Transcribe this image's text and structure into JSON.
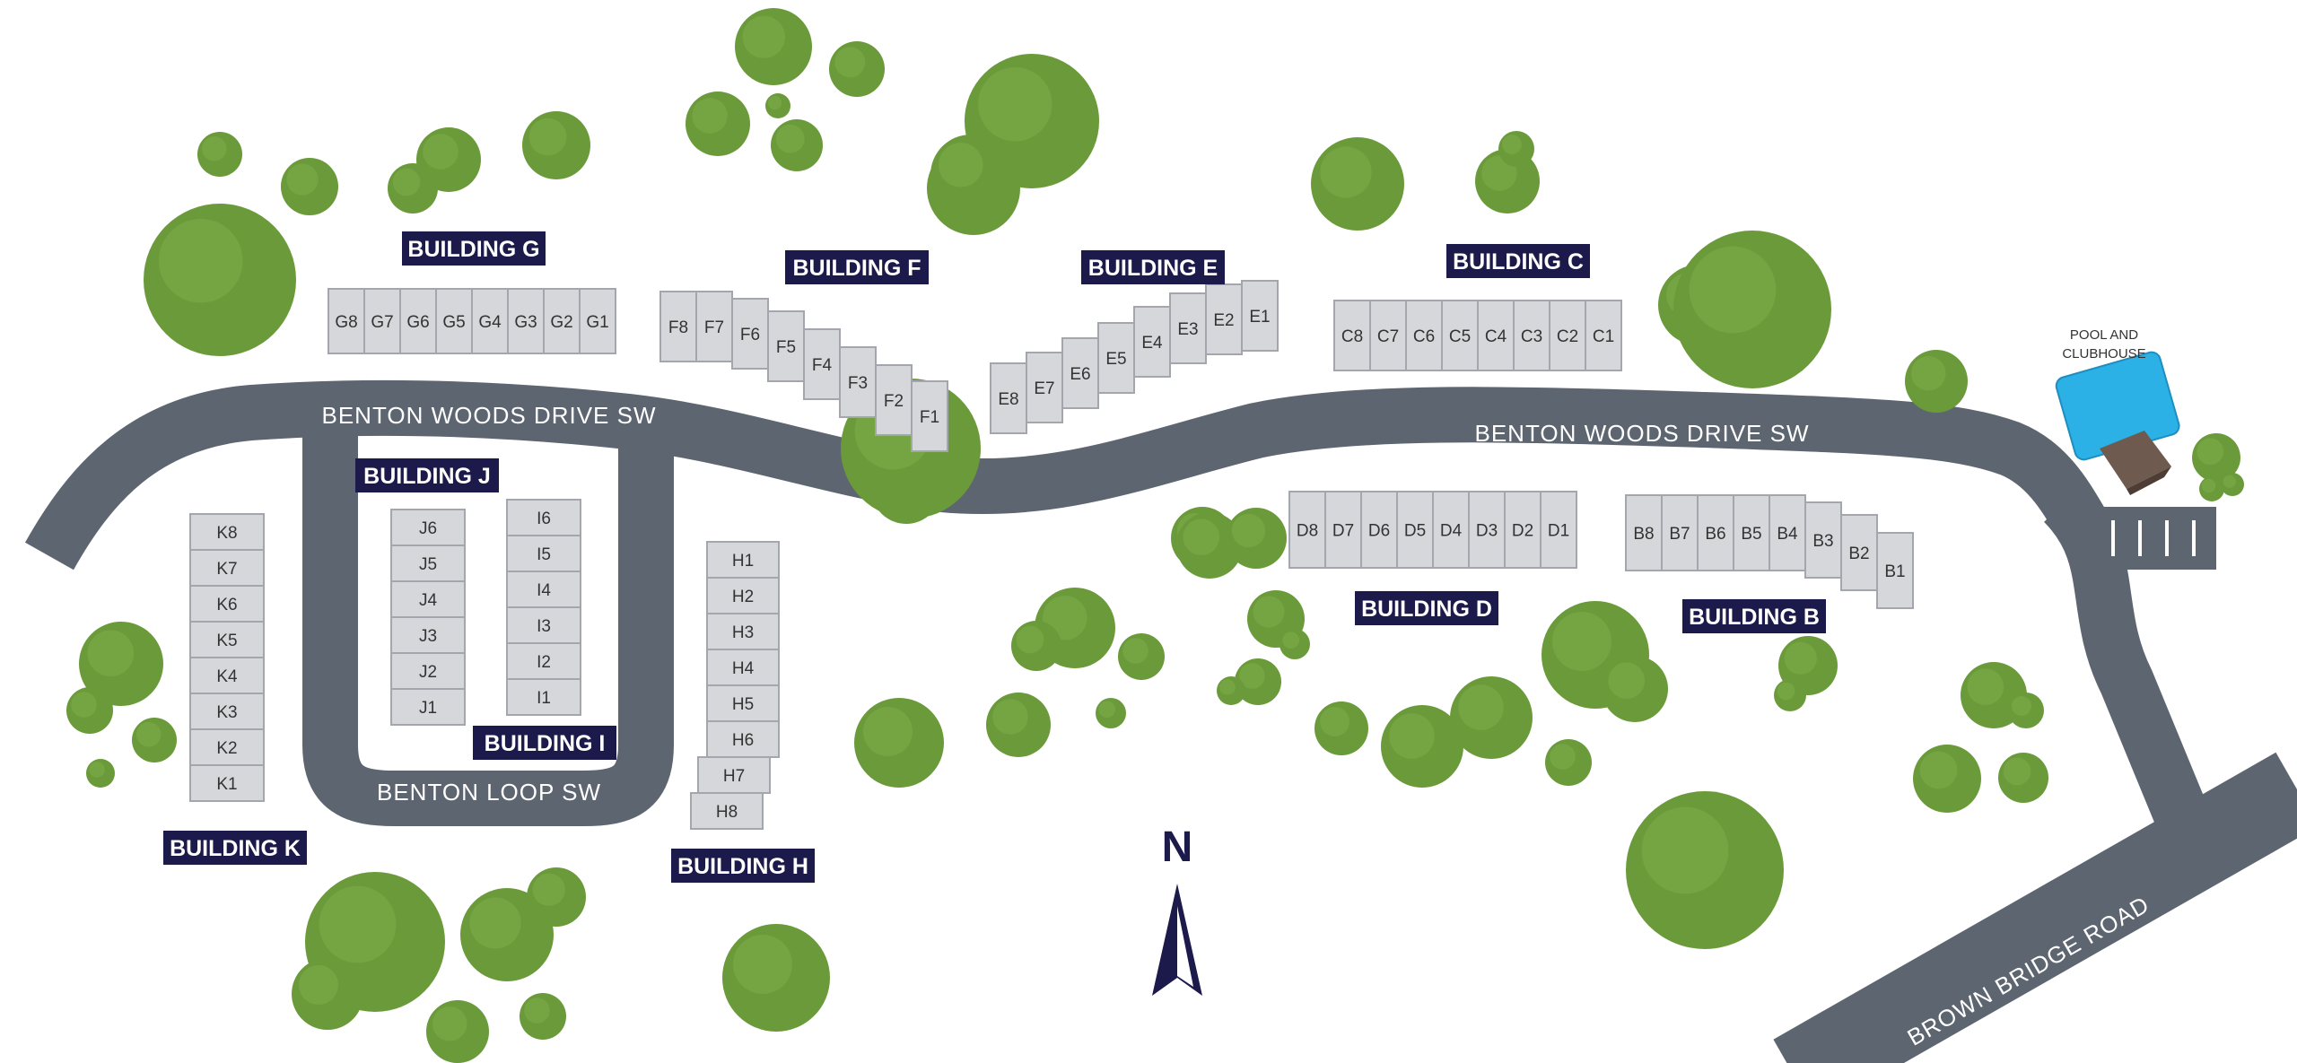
{
  "colors": {
    "road": "#5d6570",
    "tree": "#6a9a3a",
    "tree_highlight": "#7dac48",
    "building_label_bg": "#1c1a4a",
    "unit_fill": "#d6d7da",
    "pool": "#2bb1e6",
    "clubhouse_roof": "#6e5a4f"
  },
  "roads": {
    "benton_woods_1": "BENTON WOODS DRIVE SW",
    "benton_woods_2": "BENTON WOODS DRIVE SW",
    "benton_loop": "BENTON LOOP SW",
    "brown_bridge": "BROWN BRIDGE ROAD"
  },
  "amenity": {
    "line1": "POOL AND",
    "line2": "CLUBHOUSE"
  },
  "compass": {
    "letter": "N",
    "icon": "north-arrow-icon"
  },
  "buildings": [
    {
      "id": "G",
      "label": "BUILDING G",
      "units": [
        "G8",
        "G7",
        "G6",
        "G5",
        "G4",
        "G3",
        "G2",
        "G1"
      ]
    },
    {
      "id": "F",
      "label": "BUILDING F",
      "units": [
        "F8",
        "F7",
        "F6",
        "F5",
        "F4",
        "F3",
        "F2",
        "F1"
      ]
    },
    {
      "id": "E",
      "label": "BUILDING E",
      "units": [
        "E8",
        "E7",
        "E6",
        "E5",
        "E4",
        "E3",
        "E2",
        "E1"
      ]
    },
    {
      "id": "C",
      "label": "BUILDING C",
      "units": [
        "C8",
        "C7",
        "C6",
        "C5",
        "C4",
        "C3",
        "C2",
        "C1"
      ]
    },
    {
      "id": "J",
      "label": "BUILDING J",
      "units": [
        "J6",
        "J5",
        "J4",
        "J3",
        "J2",
        "J1"
      ]
    },
    {
      "id": "I",
      "label": "BUILDING I",
      "units": [
        "I6",
        "I5",
        "I4",
        "I3",
        "I2",
        "I1"
      ]
    },
    {
      "id": "K",
      "label": "BUILDING K",
      "units": [
        "K8",
        "K7",
        "K6",
        "K5",
        "K4",
        "K3",
        "K2",
        "K1"
      ]
    },
    {
      "id": "H",
      "label": "BUILDING H",
      "units": [
        "H1",
        "H2",
        "H3",
        "H4",
        "H5",
        "H6",
        "H7",
        "H8"
      ]
    },
    {
      "id": "D",
      "label": "BUILDING D",
      "units": [
        "D8",
        "D7",
        "D6",
        "D5",
        "D4",
        "D3",
        "D2",
        "D1"
      ]
    },
    {
      "id": "B",
      "label": "BUILDING B",
      "units": [
        "B8",
        "B7",
        "B6",
        "B5",
        "B4",
        "B3",
        "B2",
        "B1"
      ]
    }
  ]
}
